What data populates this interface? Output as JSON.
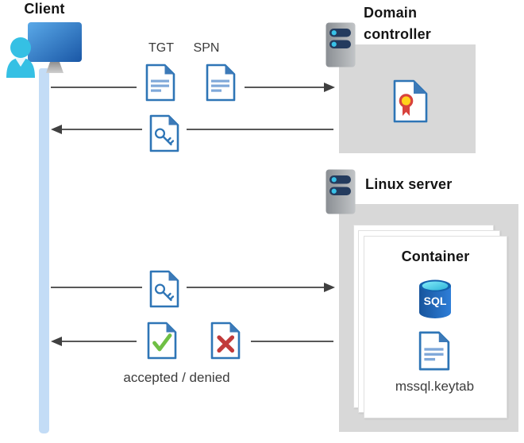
{
  "client": {
    "label": "Client"
  },
  "domain_controller": {
    "line1": "Domain",
    "line2": "controller"
  },
  "linux_server": {
    "label": "Linux server"
  },
  "container": {
    "label": "Container",
    "database_label": "SQL",
    "keytab_file": "mssql.keytab"
  },
  "flows": {
    "tgt_label": "TGT",
    "spn_label": "SPN",
    "result_label": "accepted / denied"
  },
  "icons": {
    "client_workstation": "monitor-with-user",
    "server": "rack-server",
    "certificate": "certificate-document",
    "tgt_document": "text-document",
    "spn_document": "text-document",
    "key_document": "key-document",
    "accepted_document": "check-document",
    "denied_document": "cross-document",
    "sql_database": "sql-database-cylinder"
  },
  "colors": {
    "heading_black": "#151515",
    "text_dark": "#3c3c3c",
    "arrow_gray": "#404040",
    "box_gray": "#d8d8d8",
    "timeline_blue": "#c3dcf6",
    "doc_blue": "#2e75b6",
    "doc_flap_blue": "#3d7ab8",
    "doc_line_blue": "#7fa8d9",
    "check_green": "#6fbf44",
    "cross_red": "#c13a3a",
    "server_pill_navy": "#243b5e",
    "server_dot_cyan": "#38c2e8",
    "cert_seal_yellow": "#ffd21c",
    "cert_seal_red": "#d8423c",
    "person_cyan": "#35c0e4",
    "sql_body_blue": "#1d5fb0",
    "sql_top_cyan": "#49d6f2"
  }
}
